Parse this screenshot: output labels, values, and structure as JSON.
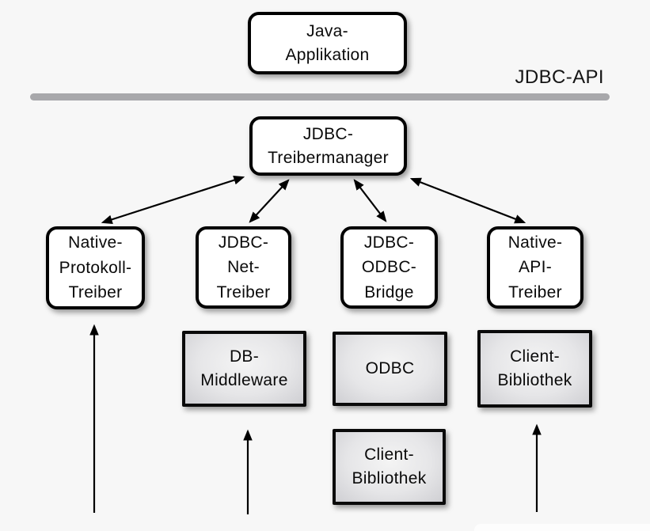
{
  "diagram": {
    "api_label": "JDBC-API",
    "nodes": {
      "java_app": {
        "label": "Java-\nApplikation"
      },
      "treibermanager": {
        "label": "JDBC-\nTreibermanager"
      },
      "native_protokoll_treiber": {
        "label": "Native-\nProtokoll-\nTreiber"
      },
      "jdbc_net_treiber": {
        "label": "JDBC-\nNet-\nTreiber"
      },
      "jdbc_odbc_bridge": {
        "label": "JDBC-\nODBC-\nBridge"
      },
      "native_api_treiber": {
        "label": "Native-\nAPI-\nTreiber"
      },
      "db_middleware": {
        "label": "DB-\nMiddleware"
      },
      "odbc": {
        "label": "ODBC"
      },
      "client_bibliothek_right": {
        "label": "Client-\nBibliothek"
      },
      "client_bibliothek_bottom": {
        "label": "Client-\nBibliothek"
      }
    },
    "edges": [
      {
        "from": "treibermanager",
        "to": "native_protokoll_treiber",
        "type": "bidirectional"
      },
      {
        "from": "treibermanager",
        "to": "jdbc_net_treiber",
        "type": "bidirectional"
      },
      {
        "from": "treibermanager",
        "to": "jdbc_odbc_bridge",
        "type": "bidirectional"
      },
      {
        "from": "treibermanager",
        "to": "native_api_treiber",
        "type": "bidirectional"
      },
      {
        "from": "offscreen_bottom",
        "to": "native_protokoll_treiber",
        "type": "arrow-up"
      },
      {
        "from": "offscreen_bottom",
        "to": "db_middleware",
        "type": "arrow-up"
      },
      {
        "from": "offscreen_bottom",
        "to": "client_bibliothek_right",
        "type": "arrow-up"
      }
    ],
    "colors": {
      "background": "#f7f7f7",
      "box_fill": "#ffffff",
      "box_border": "#000000",
      "gray_box_center": "#f4f4f4",
      "gray_box_edge": "#cfcfd3",
      "divider": "#a8a8ab",
      "arrow": "#000000"
    }
  }
}
